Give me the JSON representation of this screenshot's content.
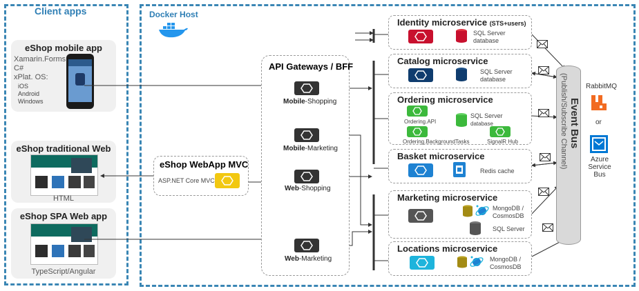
{
  "client_apps": {
    "title": "Client apps",
    "mobile": {
      "title": "eShop mobile app",
      "lines": [
        "Xamarin.Forms",
        "C#",
        "xPlat. OS:"
      ],
      "os": [
        "iOS",
        "Android",
        "Windows"
      ]
    },
    "traditional": {
      "title": "eShop traditional Web app",
      "caption": "HTML"
    },
    "spa": {
      "title": "eShop SPA Web app",
      "caption": "TypeScript/Angular"
    }
  },
  "docker_host": {
    "title": "Docker Host"
  },
  "webapp_mvc": {
    "title": "eShop WebApp MVC",
    "subtitle": "ASP.NET Core MVC"
  },
  "api_gateways": {
    "title": "API Gateways / BFF",
    "items": [
      {
        "bold": "Mobile",
        "rest": "-Shopping"
      },
      {
        "bold": "Mobile",
        "rest": "-Marketing"
      },
      {
        "bold": "Web",
        "rest": "-Shopping"
      },
      {
        "bold": "Web",
        "rest": "-Marketing"
      }
    ]
  },
  "microservices": {
    "identity": {
      "title": "Identity microservice",
      "suffix": "(STS+users)",
      "db": [
        "SQL Server",
        "database"
      ]
    },
    "catalog": {
      "title": "Catalog microservice",
      "db": [
        "SQL Server",
        "database"
      ]
    },
    "ordering": {
      "title": "Ordering microservice",
      "api": "Ordering.API",
      "tasks": "Ordering.BackgroundTasks",
      "hub": "SignalR Hub",
      "db": [
        "SQL Server",
        "database"
      ]
    },
    "basket": {
      "title": "Basket microservice",
      "db": "Redis cache"
    },
    "marketing": {
      "title": "Marketing microservice",
      "db1": [
        "MongoDB /",
        "CosmosDB"
      ],
      "db2": "SQL Server"
    },
    "locations": {
      "title": "Locations microservice",
      "db": [
        "MongoDB /",
        "CosmosDB"
      ]
    }
  },
  "event_bus": {
    "title": "Event Bus",
    "subtitle": "(Publish/Subscribe Channel)"
  },
  "brokers": {
    "rabbitmq": "RabbitMQ",
    "or": "or",
    "azure": [
      "Azure",
      "Service Bus"
    ]
  },
  "colors": {
    "accent": "#3a86b4",
    "identity": "#c8102e",
    "catalog": "#0f3c6e",
    "ordering": "#3cb93c",
    "basket": "#1e82d2",
    "marketing": "#555555",
    "locations": "#1eb4dc",
    "mvc": "#f2c811",
    "db_red": "#c8102e",
    "rabbitmq": "#f26b21",
    "azure": "#0078d4"
  }
}
